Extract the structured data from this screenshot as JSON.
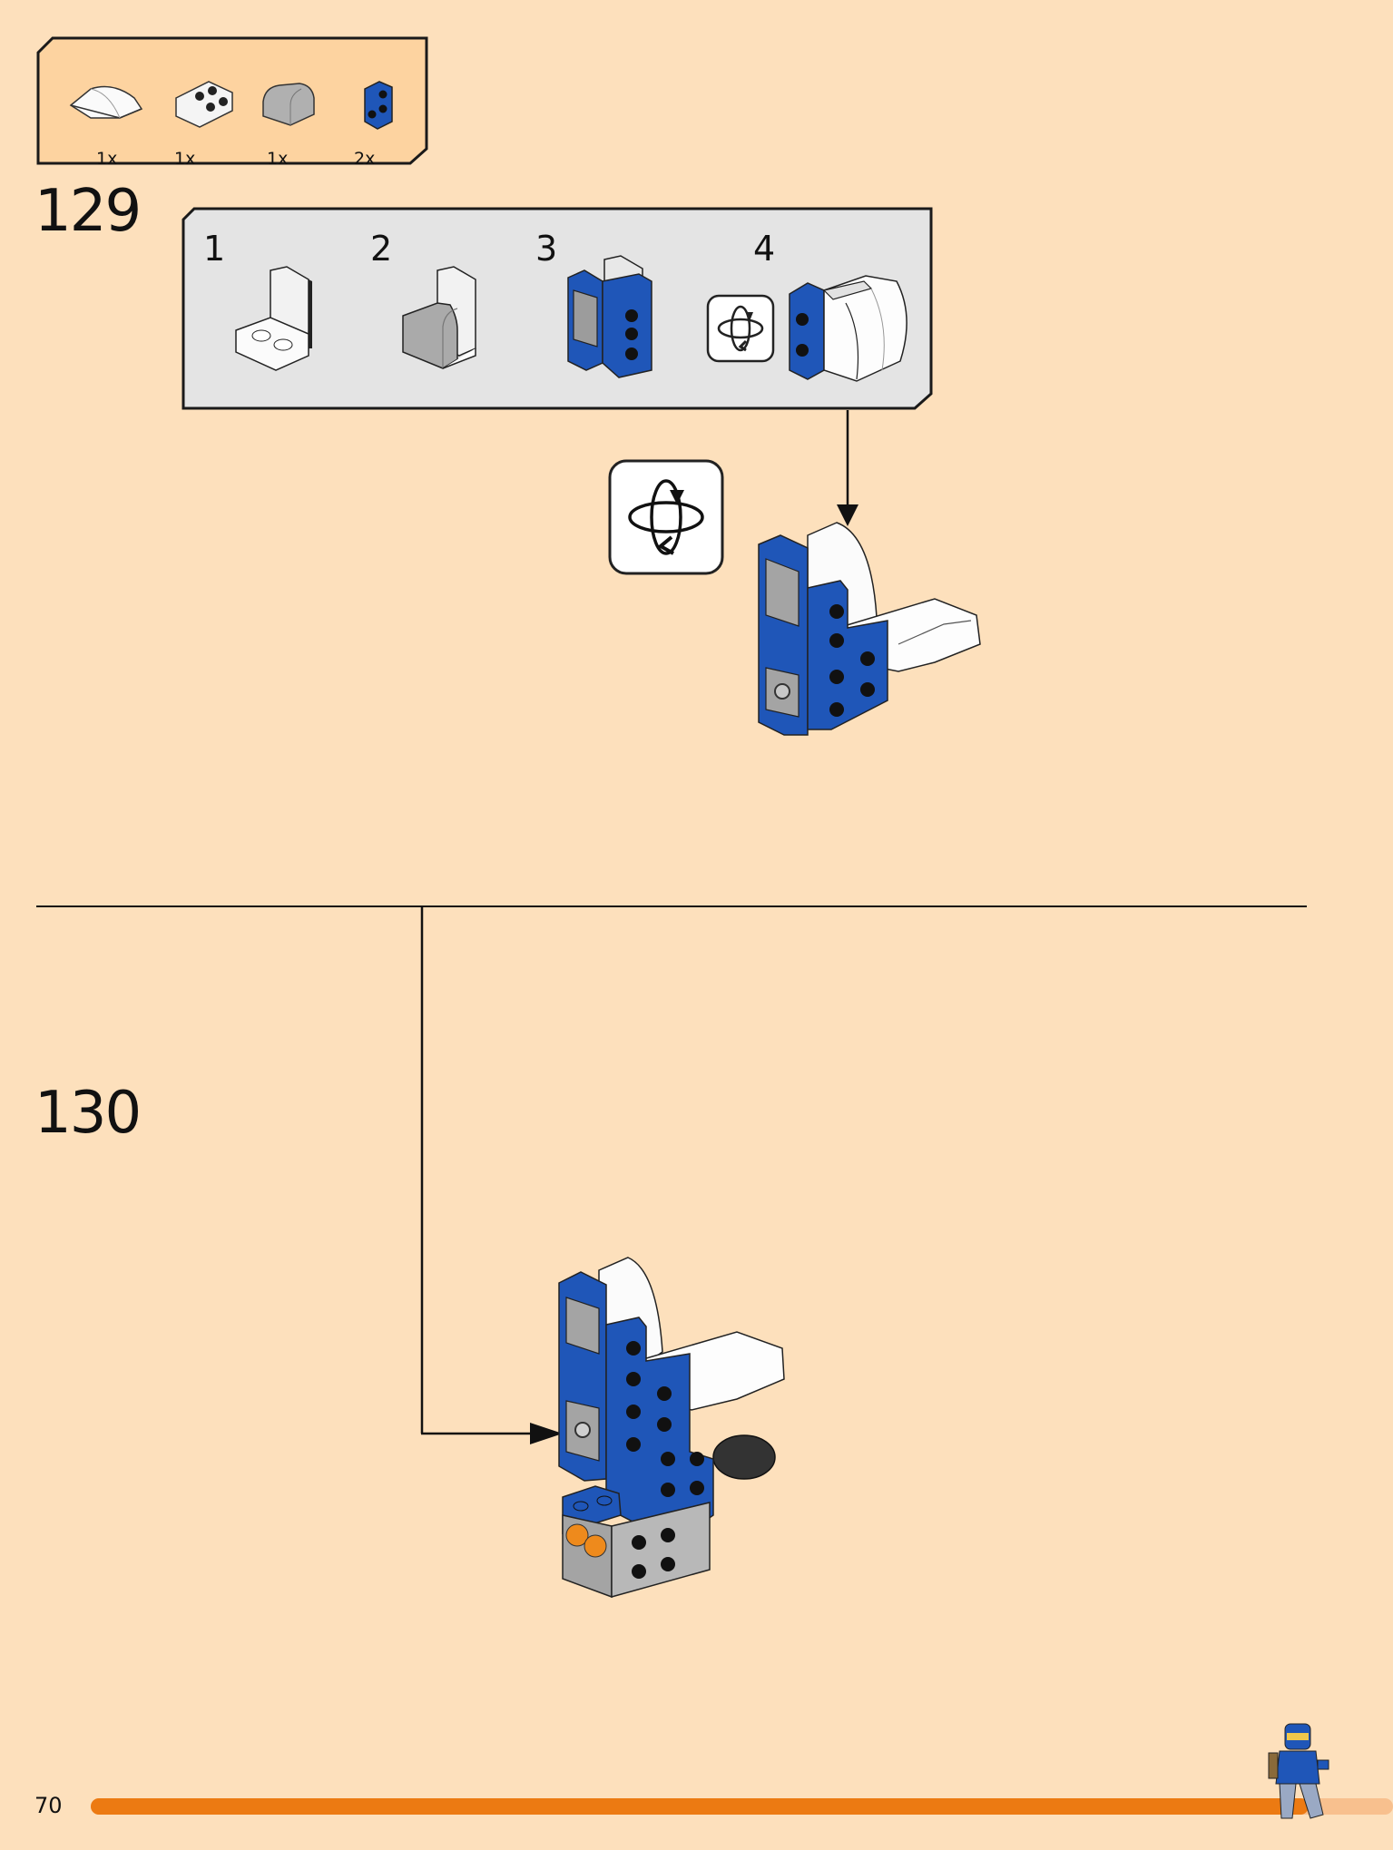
{
  "parts_list": {
    "items": [
      {
        "name": "white curved slope",
        "qty": "1x",
        "color": "#ffffff"
      },
      {
        "name": "white bracket plate",
        "qty": "1x",
        "color": "#ffffff"
      },
      {
        "name": "grey curved slope",
        "qty": "1x",
        "color": "#a8a8a8"
      },
      {
        "name": "blue bracket",
        "qty": "2x",
        "color": "#1f56b8"
      }
    ]
  },
  "steps": [
    {
      "number": "129",
      "sub_steps": [
        "1",
        "2",
        "3",
        "4"
      ]
    },
    {
      "number": "130"
    }
  ],
  "footer": {
    "page_number": "70",
    "progress": 0.935
  },
  "colors": {
    "background": "#fde0bc",
    "parts_box": "#fdd3a0",
    "sub_box": "#e4e4e4",
    "blue": "#1f56b8",
    "grey": "#a8a8a8",
    "orange": "#ec7a12"
  }
}
